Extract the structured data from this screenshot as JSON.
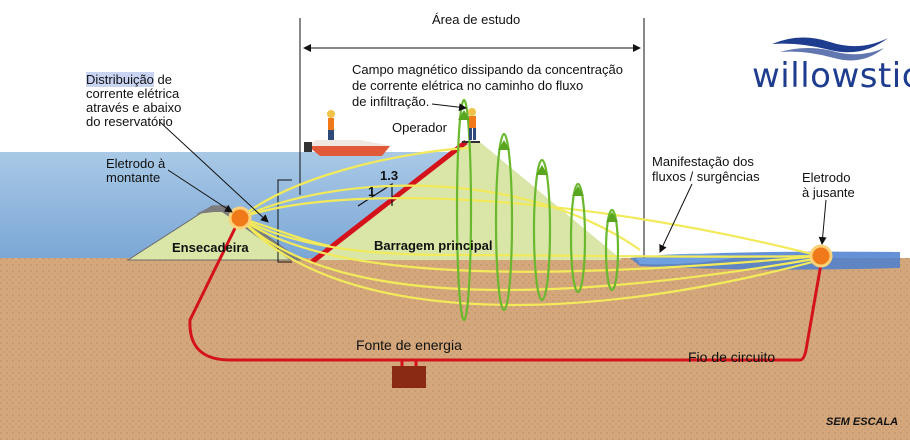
{
  "logo": {
    "text": "willowstick"
  },
  "labels": {
    "study_area": "Área de estudo",
    "campo_line1": "Campo magnético dissipando da concentração",
    "campo_line2": "de corrente elétrica no caminho do fluxo",
    "campo_line3": "de infiltração.",
    "distrib_word": "Distribuição",
    "distrib_line1_rest": " de",
    "distrib_line2": "corrente elétrica",
    "distrib_line3": "através e abaixo",
    "distrib_line4": "do reservatório",
    "eletrodo_montante_1": "Eletrodo à",
    "eletrodo_montante_2": "montante",
    "operador": "Operador",
    "ensecadeira": "Ensecadeira",
    "barragem": "Barragem principal",
    "slope_upper": "1.3",
    "slope_lower": "1",
    "manifestacao_1": "Manifestação dos",
    "manifestacao_2": "fluxos / surgências",
    "eletrodo_jusante_1": "Eletrodo",
    "eletrodo_jusante_2": "à jusante",
    "fonte": "Fonte de energia",
    "fio": "Fio de circuito",
    "sem_escala": "SEM ESCALA"
  },
  "colors": {
    "ground": "#d4a87c",
    "water": "#8fb8dc",
    "embankment": "#d9e6a8",
    "current_lines": "#f2ea5a",
    "magnetic_field": "#6ab82e",
    "circuit": "#d4121c",
    "electrode": "#f07a1a",
    "power_source": "#8b2a14",
    "logo": "#1f3d8f"
  }
}
